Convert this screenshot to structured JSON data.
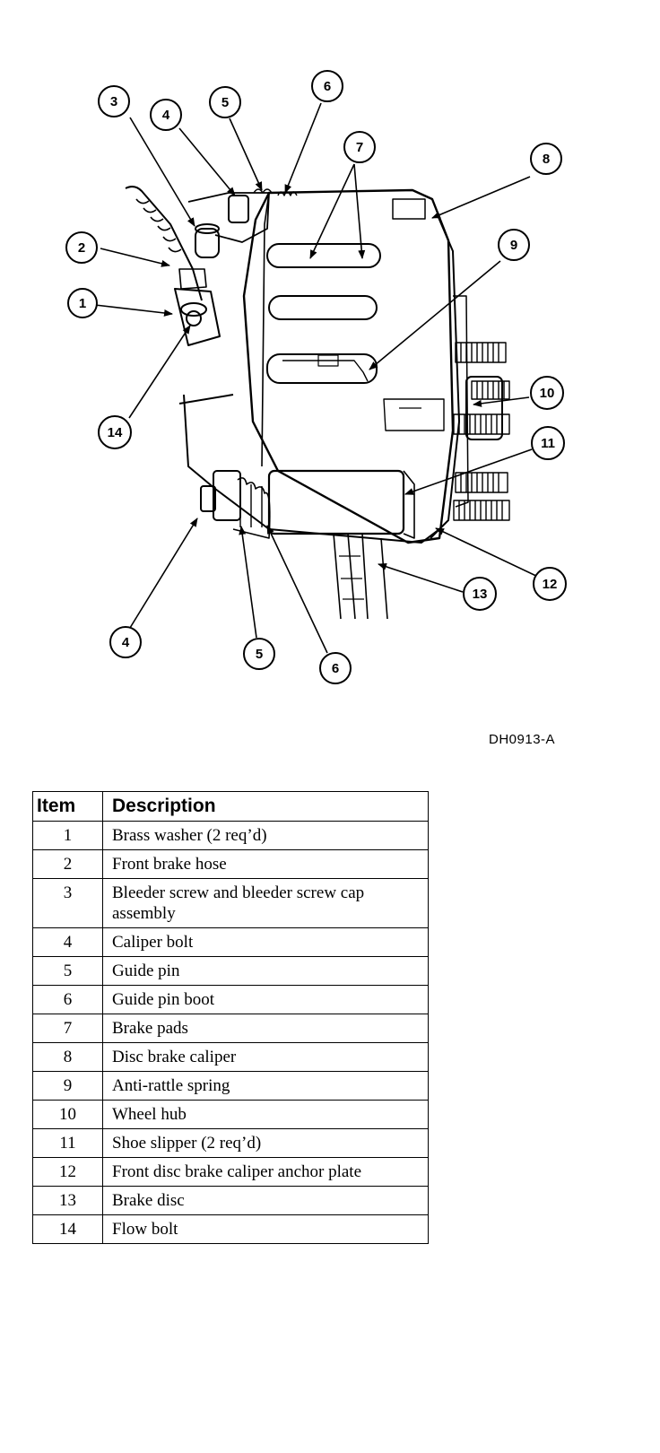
{
  "diagram": {
    "figure_id": "DH0913-A",
    "callouts": [
      {
        "id": "c1",
        "label": "1"
      },
      {
        "id": "c2",
        "label": "2"
      },
      {
        "id": "c3",
        "label": "3"
      },
      {
        "id": "c4a",
        "label": "4"
      },
      {
        "id": "c5a",
        "label": "5"
      },
      {
        "id": "c6a",
        "label": "6"
      },
      {
        "id": "c7",
        "label": "7"
      },
      {
        "id": "c8",
        "label": "8"
      },
      {
        "id": "c9",
        "label": "9"
      },
      {
        "id": "c10",
        "label": "10"
      },
      {
        "id": "c11",
        "label": "11"
      },
      {
        "id": "c12",
        "label": "12"
      },
      {
        "id": "c13",
        "label": "13"
      },
      {
        "id": "c14",
        "label": "14"
      },
      {
        "id": "c4b",
        "label": "4"
      },
      {
        "id": "c5b",
        "label": "5"
      },
      {
        "id": "c6b",
        "label": "6"
      }
    ]
  },
  "legend": {
    "headers": [
      "Item",
      "Description"
    ],
    "rows": [
      {
        "item": "1",
        "description": "Brass washer (2 req’d)"
      },
      {
        "item": "2",
        "description": "Front brake hose"
      },
      {
        "item": "3",
        "description": "Bleeder screw and bleeder screw cap assembly"
      },
      {
        "item": "4",
        "description": "Caliper bolt"
      },
      {
        "item": "5",
        "description": "Guide pin"
      },
      {
        "item": "6",
        "description": "Guide pin boot"
      },
      {
        "item": "7",
        "description": "Brake pads"
      },
      {
        "item": "8",
        "description": "Disc brake caliper"
      },
      {
        "item": "9",
        "description": "Anti-rattle spring"
      },
      {
        "item": "10",
        "description": "Wheel hub"
      },
      {
        "item": "11",
        "description": "Shoe slipper (2 req’d)"
      },
      {
        "item": "12",
        "description": "Front disc brake caliper anchor plate"
      },
      {
        "item": "13",
        "description": "Brake disc"
      },
      {
        "item": "14",
        "description": "Flow bolt"
      }
    ]
  }
}
